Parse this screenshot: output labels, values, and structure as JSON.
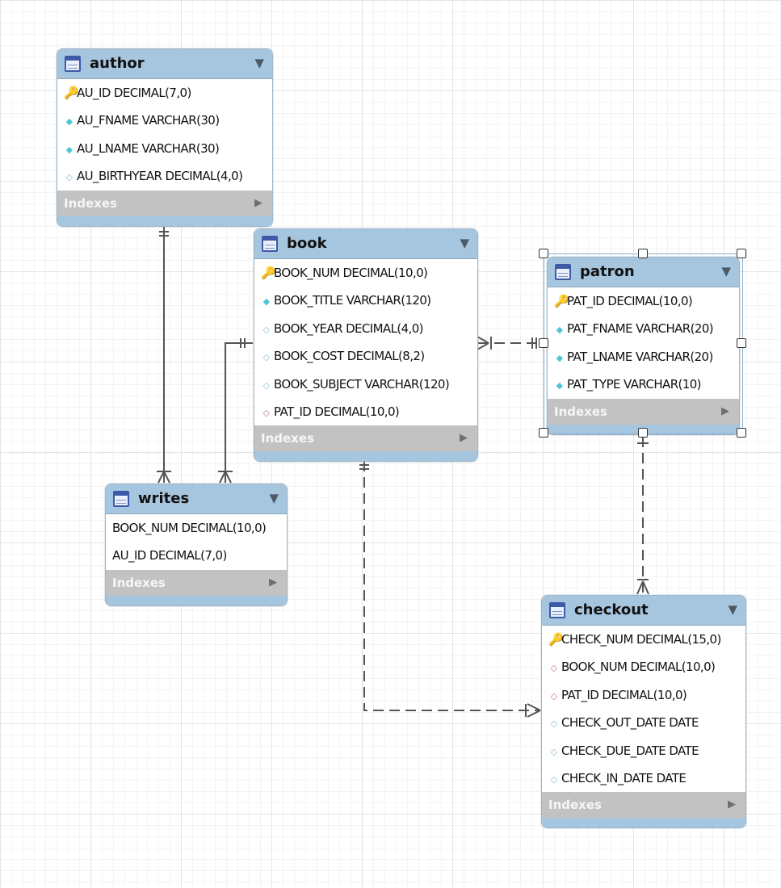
{
  "tables": [
    {
      "id": "author",
      "name": "author",
      "columns": [
        {
          "icon": "primary-key-icon",
          "text": "AU_ID DECIMAL(7,0)"
        },
        {
          "icon": "not-null-column-icon",
          "text": "AU_FNAME VARCHAR(30)"
        },
        {
          "icon": "not-null-column-icon",
          "text": "AU_LNAME VARCHAR(30)"
        },
        {
          "icon": "nullable-column-icon",
          "text": "AU_BIRTHYEAR DECIMAL(4,0)"
        }
      ],
      "indexes_label": "Indexes"
    },
    {
      "id": "book",
      "name": "book",
      "columns": [
        {
          "icon": "primary-key-icon",
          "text": "BOOK_NUM DECIMAL(10,0)"
        },
        {
          "icon": "not-null-column-icon",
          "text": "BOOK_TITLE VARCHAR(120)"
        },
        {
          "icon": "nullable-column-icon",
          "text": "BOOK_YEAR DECIMAL(4,0)"
        },
        {
          "icon": "nullable-column-icon",
          "text": "BOOK_COST DECIMAL(8,2)"
        },
        {
          "icon": "nullable-column-icon",
          "text": "BOOK_SUBJECT VARCHAR(120)"
        },
        {
          "icon": "foreign-key-icon",
          "text": "PAT_ID DECIMAL(10,0)"
        }
      ],
      "indexes_label": "Indexes"
    },
    {
      "id": "patron",
      "name": "patron",
      "columns": [
        {
          "icon": "primary-key-icon",
          "text": "PAT_ID DECIMAL(10,0)"
        },
        {
          "icon": "not-null-column-icon",
          "text": "PAT_FNAME VARCHAR(20)"
        },
        {
          "icon": "not-null-column-icon",
          "text": "PAT_LNAME VARCHAR(20)"
        },
        {
          "icon": "not-null-column-icon",
          "text": "PAT_TYPE VARCHAR(10)"
        }
      ],
      "indexes_label": "Indexes"
    },
    {
      "id": "writes",
      "name": "writes",
      "columns": [
        {
          "icon": "",
          "text": "BOOK_NUM DECIMAL(10,0)"
        },
        {
          "icon": "",
          "text": "AU_ID DECIMAL(7,0)"
        }
      ],
      "indexes_label": "Indexes"
    },
    {
      "id": "checkout",
      "name": "checkout",
      "columns": [
        {
          "icon": "primary-key-icon",
          "text": "CHECK_NUM DECIMAL(15,0)"
        },
        {
          "icon": "foreign-key-icon",
          "text": "BOOK_NUM DECIMAL(10,0)"
        },
        {
          "icon": "foreign-key-icon",
          "text": "PAT_ID DECIMAL(10,0)"
        },
        {
          "icon": "nullable-column-icon",
          "text": "CHECK_OUT_DATE DATE"
        },
        {
          "icon": "nullable-column-icon",
          "text": "CHECK_DUE_DATE DATE"
        },
        {
          "icon": "nullable-column-icon",
          "text": "CHECK_IN_DATE DATE"
        }
      ],
      "indexes_label": "Indexes"
    }
  ],
  "relationships": [
    {
      "from": "author",
      "to": "writes",
      "style": "solid",
      "from_end": "one-mandatory",
      "to_end": "many"
    },
    {
      "from": "book",
      "to": "writes",
      "style": "solid",
      "from_end": "one-mandatory",
      "to_end": "many"
    },
    {
      "from": "patron",
      "to": "book",
      "style": "dashed",
      "from_end": "one-mandatory",
      "to_end": "one-or-many"
    },
    {
      "from": "patron",
      "to": "checkout",
      "style": "dashed",
      "from_end": "one",
      "to_end": "one-or-many"
    },
    {
      "from": "book",
      "to": "checkout",
      "style": "dashed",
      "from_end": "one-mandatory",
      "to_end": "one-or-many"
    }
  ],
  "selected_table": "patron",
  "colors": {
    "header": "#a6c5de",
    "indexes_bar": "#c2c2c2",
    "primary_key": "#e8b400",
    "not_null": "#4fc6d8",
    "foreign_key": "#c97a78",
    "connector": "#555555"
  }
}
